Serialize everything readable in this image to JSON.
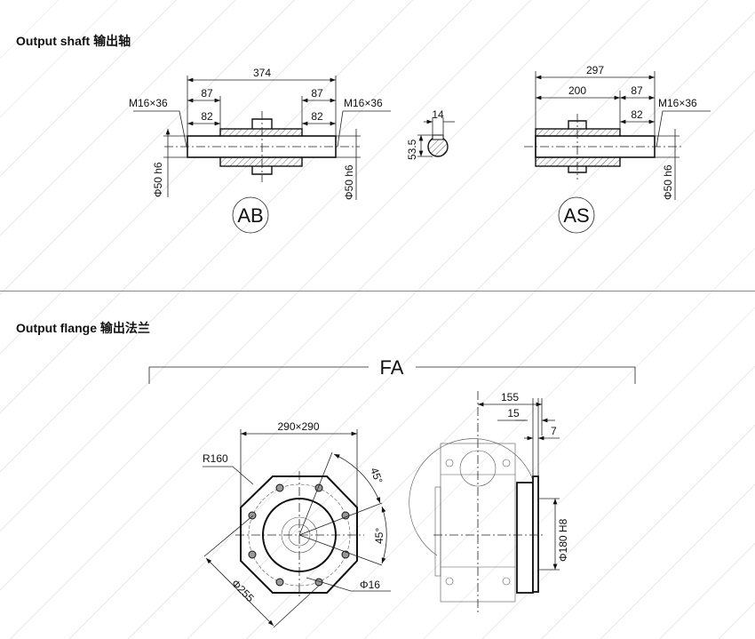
{
  "sections": {
    "shaft_title": "Output shaft 输出轴",
    "flange_title": "Output flange 输出法兰"
  },
  "ab": {
    "label": "AB",
    "overall": "374",
    "left_outer": "87",
    "left_inner": "82",
    "right_outer": "87",
    "right_inner": "82",
    "thread_left": "M16×36",
    "thread_right": "M16×36",
    "dia_left": "Φ50 h6",
    "dia_right": "Φ50 h6"
  },
  "key": {
    "width": "14",
    "height": "53.5"
  },
  "as": {
    "label": "AS",
    "overall": "297",
    "hub": "200",
    "outer": "87",
    "inner": "82",
    "thread": "M16×36",
    "dia": "Φ50 h6"
  },
  "fa": {
    "label": "FA",
    "size": "290×290",
    "radius": "R160",
    "bolt_circle": "Φ255",
    "bolt_hole": "Φ16",
    "angle1": "45°",
    "angle2": "45°",
    "depth": "155",
    "flange_thk": "15",
    "spigot": "7",
    "pilot": "Φ180 H8"
  }
}
